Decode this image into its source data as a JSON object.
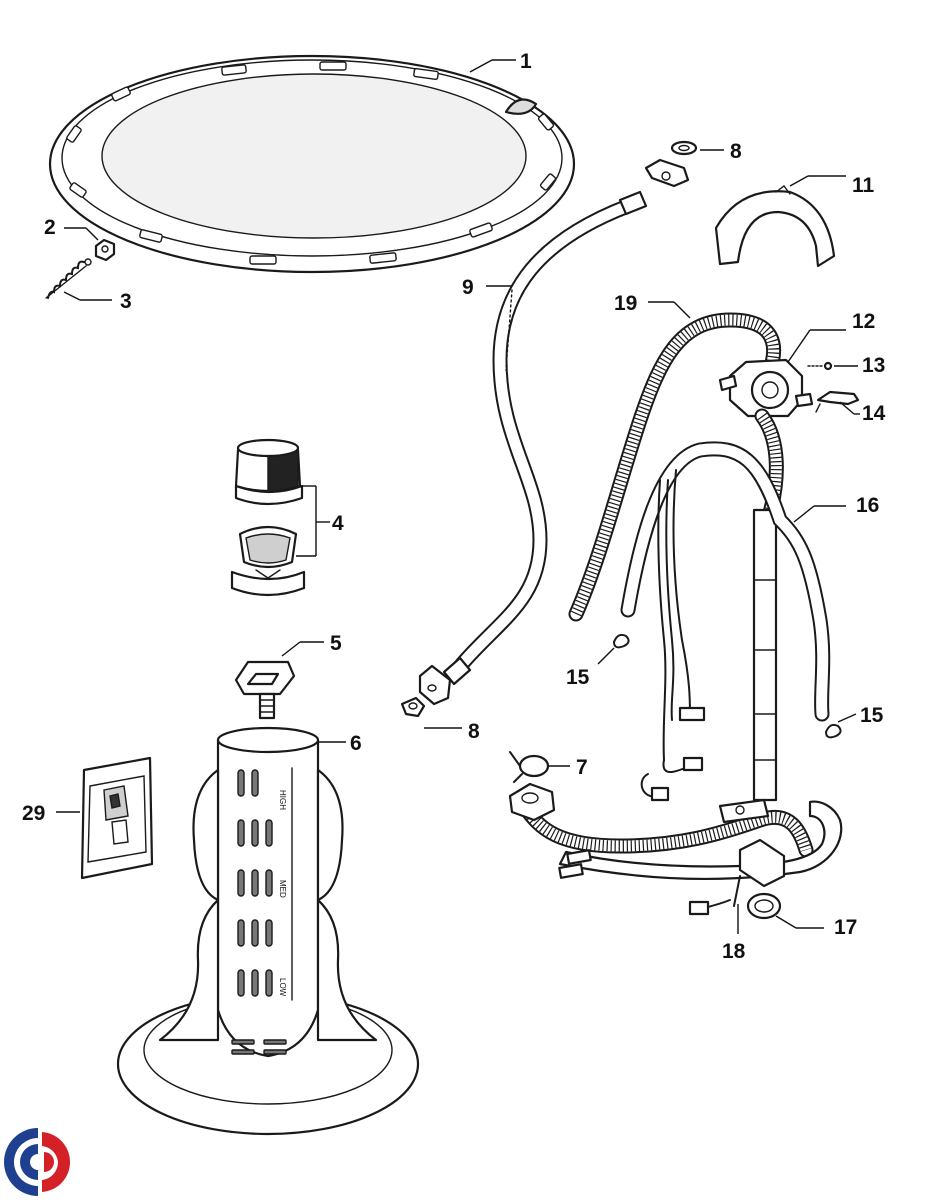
{
  "labels": {
    "p1": "1",
    "p2": "2",
    "p3": "3",
    "p4": "4",
    "p5": "5",
    "p6": "6",
    "p7": "7",
    "p8a": "8",
    "p8b": "8",
    "p9": "9",
    "p11": "11",
    "p12": "12",
    "p13": "13",
    "p14": "14",
    "p15a": "15",
    "p15b": "15",
    "p16": "16",
    "p17": "17",
    "p18": "18",
    "p19": "19",
    "p29": "29"
  },
  "agitator_markings": [
    "HIGH",
    "MED",
    "LOW"
  ],
  "logo": {
    "colors": [
      "#1f3f8f",
      "#d42027"
    ]
  }
}
